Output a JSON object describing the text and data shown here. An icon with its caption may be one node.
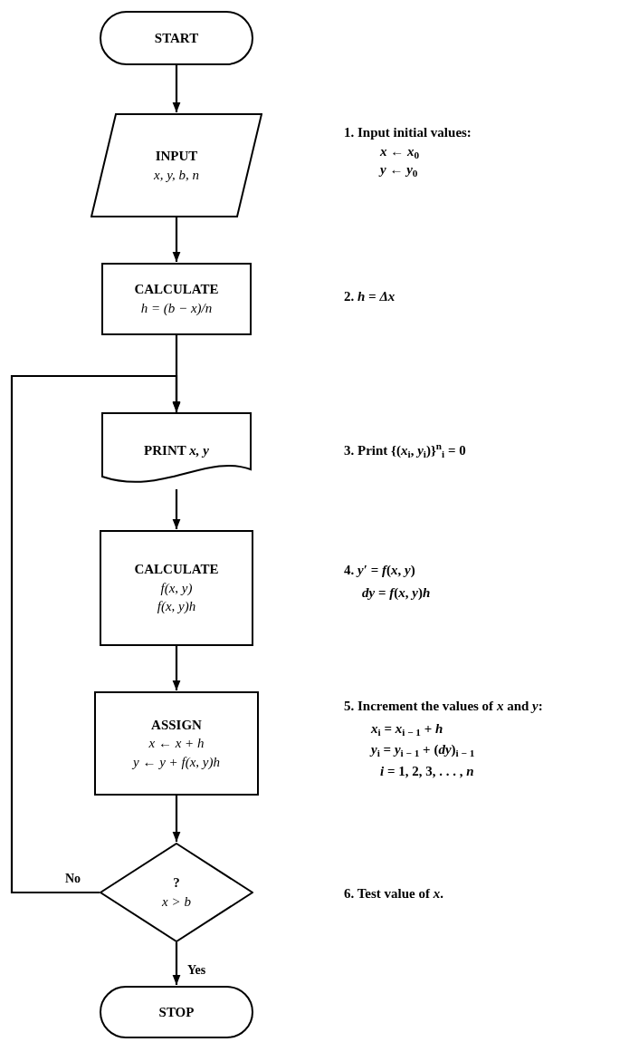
{
  "diagram": {
    "nodes": [
      {
        "text": [
          "START"
        ]
      },
      {
        "text": [
          "INPUT",
          "x, y, b, n"
        ]
      },
      {
        "text": [
          "CALCULATE",
          "h = (b − x)/n"
        ]
      },
      {
        "text": [
          "PRINT *x, y*"
        ]
      },
      {
        "text": [
          "CALCULATE",
          "f(x, y)",
          "f(x, y)h"
        ]
      },
      {
        "text": [
          "ASSIGN",
          "x ← x + h",
          "y ← y + f(x, y)h"
        ]
      },
      {
        "text": [
          "?",
          "x > b"
        ]
      },
      {
        "text": [
          "STOP"
        ]
      }
    ],
    "edges": [
      {
        "from": 0,
        "to": 1,
        "arrow": "to"
      },
      {
        "from": 1,
        "to": 2,
        "arrow": "to"
      },
      {
        "from": 2,
        "to": 3,
        "arrow": "to"
      },
      {
        "from": 3,
        "to": 4,
        "arrow": "to"
      },
      {
        "from": 4,
        "to": 5,
        "arrow": "to"
      },
      {
        "from": 5,
        "to": 6,
        "arrow": "to"
      },
      {
        "from": 6,
        "to": 3,
        "arrow": "to",
        "label": "No"
      },
      {
        "from": 6,
        "to": 7,
        "arrow": "to",
        "label": "Yes"
      }
    ],
    "labels": [
      "1. Input initial values:",
      "*x* ← *x*$_{0}$",
      "*y* ← *y*$_{0}$",
      "2. *h = Δx*",
      "3. Print {(*x*$_{i}$, *y*$_{i}$)}$^{n}$$_{i}$ = 0",
      "4. *y*′ = *f*(*x*, *y*)",
      "*dy* = *f*(*x*, *y*)*h*",
      "5. Increment the values of *x* and *y*:",
      "*x*$_{i}$ = *x*$_{i − 1}$ + *h*",
      "*y*$_{i}$ = *y*$_{i − 1}$ + (*dy*)$_{i − 1}$",
      "*i* = 1, 2, 3, . . . , *n*",
      "6. Test value of *x*."
    ]
  }
}
